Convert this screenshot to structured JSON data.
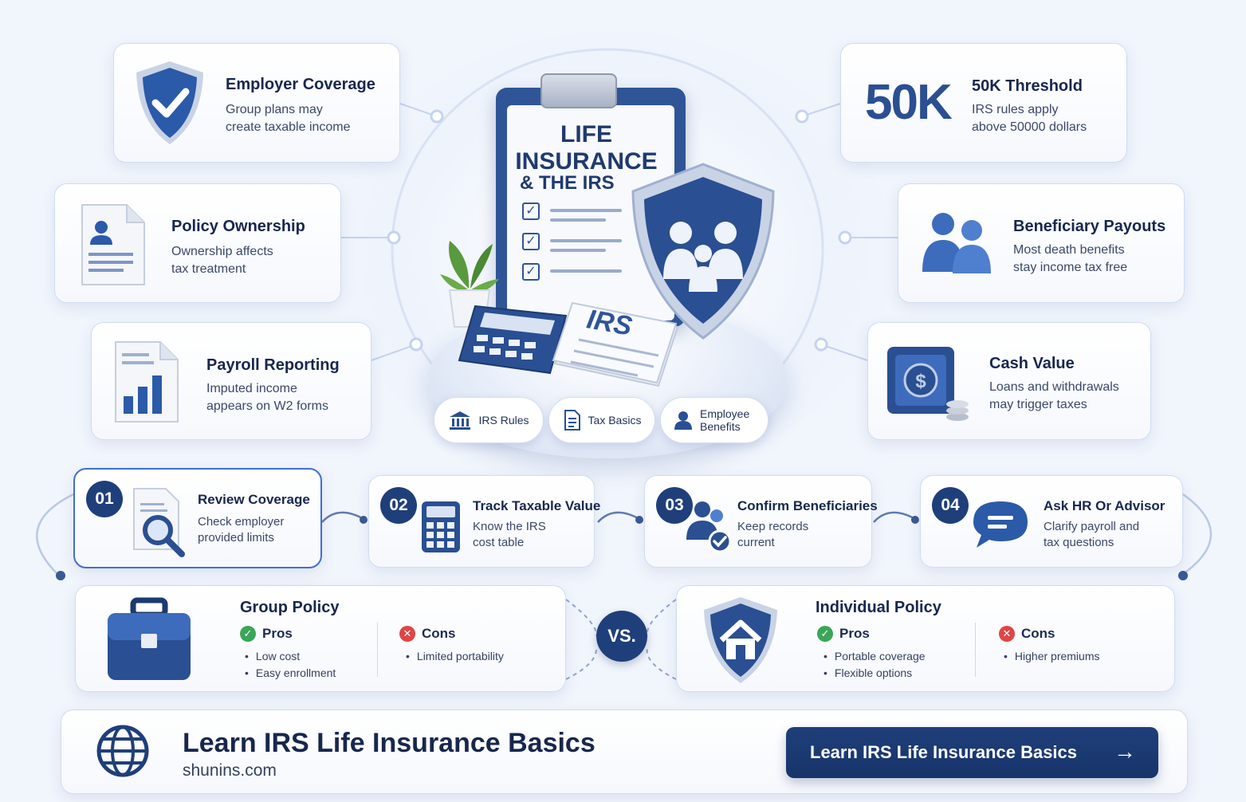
{
  "center": {
    "title_line1": "LIFE",
    "title_line2": "INSURANCE",
    "title_line3": "& THE IRS",
    "document_label": "IRS",
    "pills": [
      {
        "label": "IRS Rules",
        "icon": "bank-icon"
      },
      {
        "label": "Tax Basics",
        "icon": "document-icon"
      },
      {
        "label": "Employee Benefits",
        "icon": "person-icon"
      }
    ]
  },
  "left_cards": [
    {
      "title": "Employer Coverage",
      "desc": [
        "Group plans may",
        "create taxable income"
      ],
      "icon": "shield-check-icon"
    },
    {
      "title": "Policy Ownership",
      "desc": [
        "Ownership affects",
        "tax treatment"
      ],
      "icon": "profile-document-icon"
    },
    {
      "title": "Payroll Reporting",
      "desc": [
        "Imputed income",
        "appears on W2 forms"
      ],
      "icon": "bar-chart-document-icon"
    }
  ],
  "right_cards": [
    {
      "big": "50K",
      "title": "50K Threshold",
      "desc": [
        "IRS rules apply",
        "above 50000 dollars"
      ]
    },
    {
      "title": "Beneficiary Payouts",
      "desc": [
        "Most death benefits",
        "stay income tax free"
      ],
      "icon": "people-icon"
    },
    {
      "title": "Cash Value",
      "desc": [
        "Loans and withdrawals",
        "may trigger taxes"
      ],
      "icon": "safe-icon"
    }
  ],
  "steps": [
    {
      "num": "01",
      "title": "Review Coverage",
      "desc": [
        "Check employer",
        "provided limits"
      ],
      "icon": "magnifier-document-icon"
    },
    {
      "num": "02",
      "title": "Track Taxable Value",
      "desc": [
        "Know the IRS",
        "cost table"
      ],
      "icon": "calculator-icon"
    },
    {
      "num": "03",
      "title": "Confirm Beneficiaries",
      "desc": [
        "Keep records",
        "current"
      ],
      "icon": "people-check-icon"
    },
    {
      "num": "04",
      "title": "Ask HR Or Advisor",
      "desc": [
        "Clarify payroll and",
        "tax questions"
      ],
      "icon": "chat-bubble-icon"
    }
  ],
  "compare": {
    "vs": "VS.",
    "group": {
      "title": "Group Policy",
      "pros_label": "Pros",
      "cons_label": "Cons",
      "pros": [
        "Low cost",
        "Easy enrollment"
      ],
      "cons": [
        "Limited portability"
      ]
    },
    "individual": {
      "title": "Individual Policy",
      "pros_label": "Pros",
      "cons_label": "Cons",
      "pros": [
        "Portable coverage",
        "Flexible options"
      ],
      "cons": [
        "Higher premiums"
      ]
    }
  },
  "footer": {
    "title": "Learn IRS Life Insurance Basics",
    "url": "shunins.com",
    "cta": "Learn IRS Life Insurance Basics",
    "cta_arrow": "→"
  },
  "colors": {
    "navy": "#1f3f7a",
    "accent": "#2f5596",
    "pro_green": "#3aa657",
    "con_red": "#e04545"
  }
}
